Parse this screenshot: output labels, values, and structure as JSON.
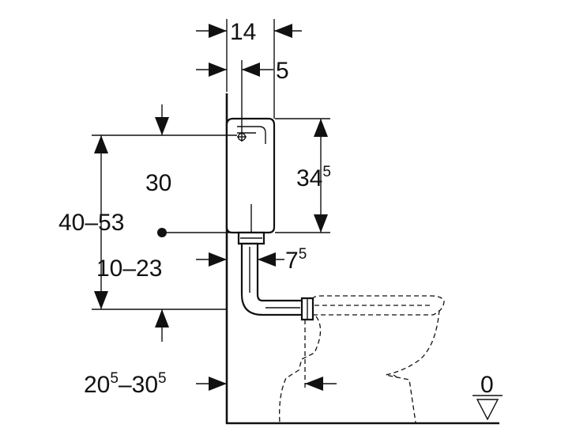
{
  "dimensions": {
    "cistern_depth": "14",
    "flush_inlet_offset": "5",
    "cistern_height_main": "34",
    "cistern_height_sup": "5",
    "top_range": "30",
    "height_range": "40–53",
    "lower_range": "10–23",
    "pipe_diameter_main": "7",
    "pipe_diameter_sup": "5",
    "wall_distance_a_main": "20",
    "wall_distance_a_sup": "5",
    "wall_distance_sep": "–",
    "wall_distance_b_main": "30",
    "wall_distance_b_sup": "5",
    "floor_level": "0"
  }
}
